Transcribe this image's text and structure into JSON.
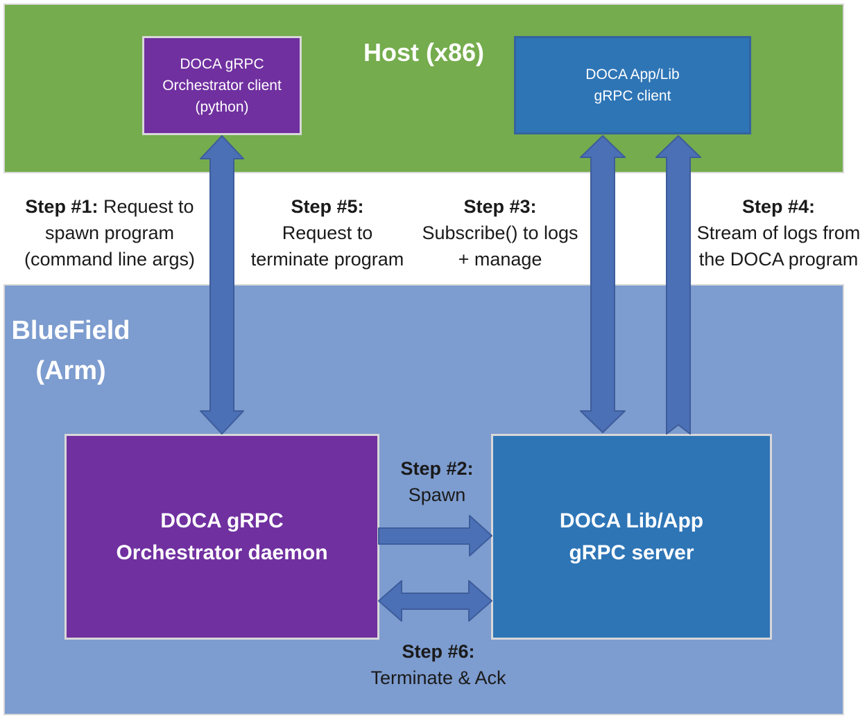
{
  "regions": {
    "host": {
      "label": "Host (x86)"
    },
    "bluefield": {
      "label_line1": "BlueField",
      "label_line2": "(Arm)"
    }
  },
  "boxes": {
    "orchestrator_client": {
      "line1": "DOCA gRPC",
      "line2": "Orchestrator client",
      "line3": "(python)"
    },
    "grpc_client": {
      "line1": "DOCA App/Lib",
      "line2": "gRPC client"
    },
    "orchestrator_daemon": {
      "line1": "DOCA gRPC",
      "line2": "Orchestrator daemon"
    },
    "grpc_server": {
      "line1": "DOCA Lib/App",
      "line2": "gRPC server"
    }
  },
  "steps": {
    "step1": {
      "title": "Step #1:",
      "rest": "Request to",
      "lines": [
        "spawn program",
        "(command line args)"
      ]
    },
    "step2": {
      "title": "Step #2:",
      "lines": [
        "Spawn"
      ]
    },
    "step3": {
      "title": "Step #3:",
      "lines": [
        "Subscribe() to logs",
        "+ manage"
      ]
    },
    "step4": {
      "title": "Step #4:",
      "lines": [
        "Stream of logs from",
        "the DOCA program"
      ]
    },
    "step5": {
      "title": "Step #5:",
      "lines": [
        "Request to",
        "terminate program"
      ]
    },
    "step6": {
      "title": "Step #6:",
      "lines": [
        "Terminate & Ack"
      ]
    }
  },
  "colors": {
    "host_band": "#75AC4D",
    "bluefield_band": "#7D9CCF",
    "purple_box": "#7030A0",
    "blue_box": "#2E75B6",
    "arrow_fill": "#4C70B5",
    "arrow_stroke": "#3D5C9B"
  }
}
